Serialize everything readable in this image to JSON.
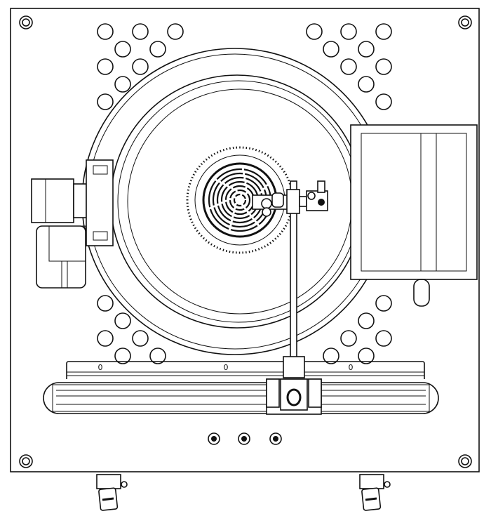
{
  "drawing": {
    "view": "top",
    "line_color": "#111111",
    "background": "#ffffff",
    "rail_marks": [
      "0",
      "0",
      "0"
    ]
  }
}
